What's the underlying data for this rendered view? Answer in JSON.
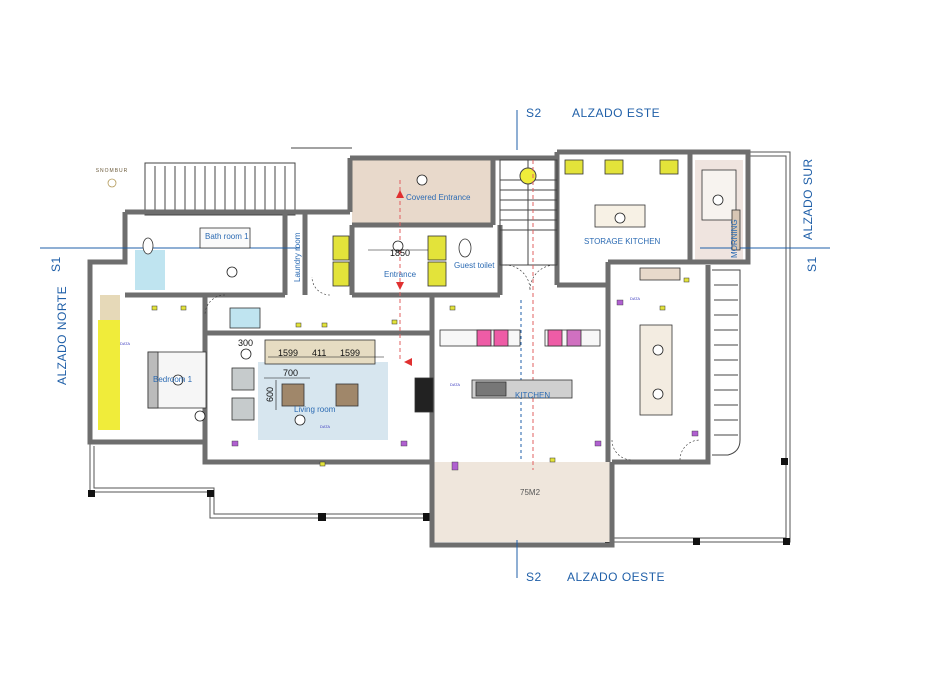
{
  "logo": {
    "text": "SNOMBUR"
  },
  "elevations": {
    "east": "ALZADO ESTE",
    "west": "ALZADO OESTE",
    "north": "ALZADO NORTE",
    "south": "ALZADO SUR"
  },
  "section_marks": {
    "s1_left": "S1",
    "s1_right": "S1",
    "s2_top": "S2",
    "s2_bottom": "S2"
  },
  "rooms": {
    "covered_entrance": "Covered Entrance",
    "storage_kitchen": "STORAGE KITCHEN",
    "morning": "MORNING",
    "bathroom": "Bath room 1",
    "laundry": "Laundry room",
    "entrance": "Entrance",
    "guest_toilet": "Guest toilet",
    "bedroom": "Bedroom 1",
    "living_room": "Living room",
    "kitchen": "KITCHEN",
    "terrace_area": "75M2"
  },
  "dimensions": {
    "d1850": "1850",
    "d300": "300",
    "d1599a": "1599",
    "d411": "411",
    "d1599b": "1599",
    "d700": "700",
    "d600": "600"
  },
  "annotations": {
    "data1": "DATA",
    "data2": "DATA",
    "data3": "DATA",
    "data4": "DATA"
  },
  "colors": {
    "wall": "#6e6e6e",
    "wall_fill": "#8a8a8a",
    "covered_entrance": "#e8d9cb",
    "morning": "#efe4df",
    "terrace": "#efe6dc",
    "yellow": "#e3e33a",
    "pink": "#ee5ca6",
    "accent_blue": "#1f5fa8",
    "living_floor": "#d7e6ef"
  }
}
